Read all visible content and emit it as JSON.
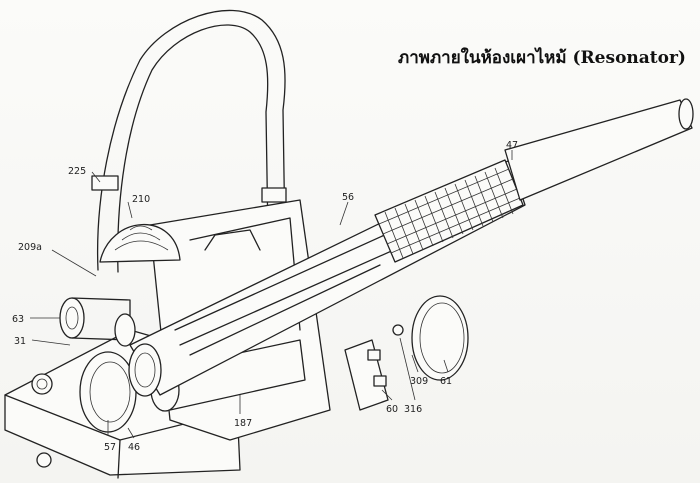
{
  "title": "ภาพภายในห้องเผาไหม้ (Resonator)",
  "part_labels": [
    "225",
    "210",
    "209a",
    "63",
    "31",
    "57",
    "46",
    "187",
    "56",
    "47",
    "309",
    "61",
    "60",
    "316"
  ]
}
